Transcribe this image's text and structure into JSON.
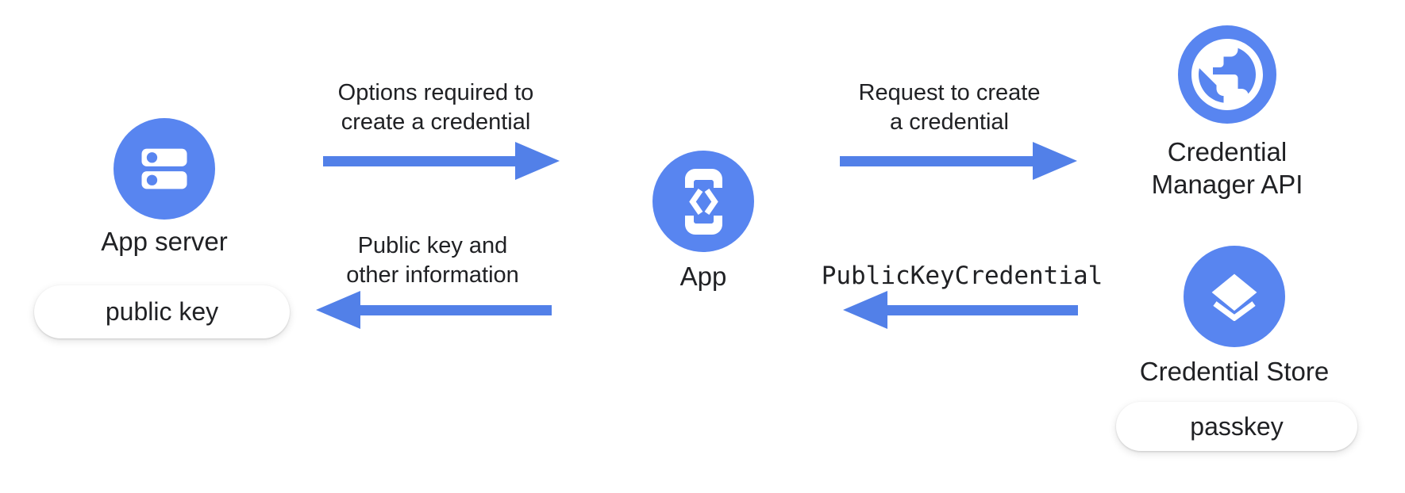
{
  "colors": {
    "node_blue": "#5885F0",
    "arrow_blue": "#5280E8",
    "text": "#202124",
    "pill_background": "#FFFFFF",
    "background": "#FFFFFF"
  },
  "nodes": {
    "app_server": {
      "label": "App server",
      "icon": "server-icon",
      "pill": "public key"
    },
    "app": {
      "label": "App",
      "icon": "phone-code-icon"
    },
    "credential_manager_api": {
      "label_line1": "Credential",
      "label_line2": "Manager API",
      "icon": "globe-icon"
    },
    "credential_store": {
      "label": "Credential Store",
      "icon": "layers-icon",
      "pill": "passkey"
    }
  },
  "arrows": {
    "options": {
      "direction": "right",
      "label_line1": "Options required to",
      "label_line2": "create a credential"
    },
    "public_key_return": {
      "direction": "left",
      "label_line1": "Public key and",
      "label_line2": "other information"
    },
    "request": {
      "direction": "right",
      "label_line1": "Request to create",
      "label_line2": "a credential"
    },
    "public_key_credential": {
      "direction": "left",
      "label": "PublicKeyCredential"
    }
  }
}
